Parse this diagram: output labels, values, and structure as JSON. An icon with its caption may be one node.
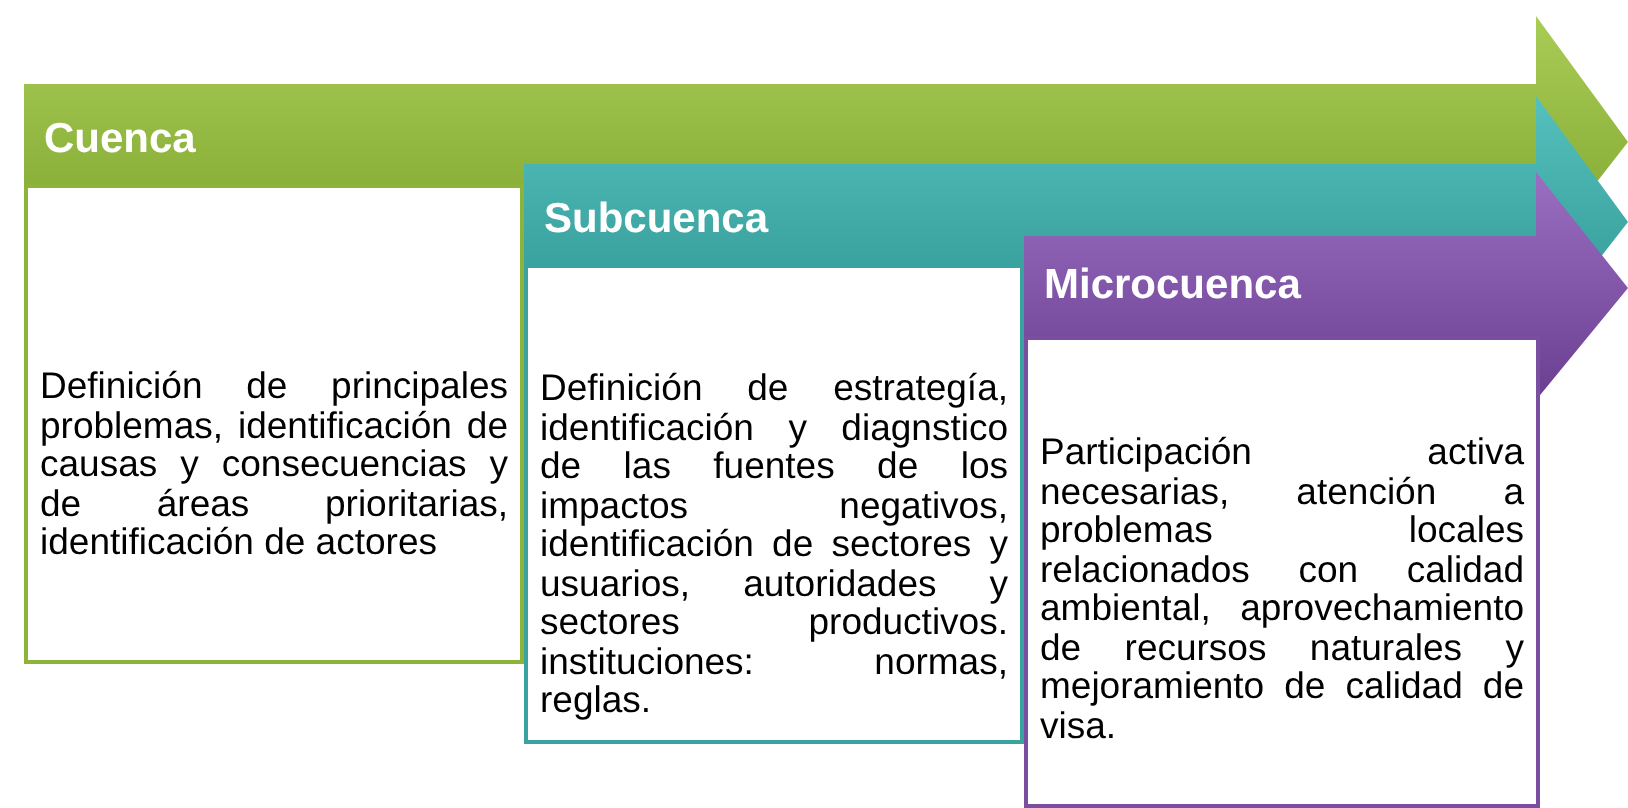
{
  "diagram": {
    "nodes": [
      {
        "text": [
          "Cuenca"
        ]
      },
      {
        "text": [
          "Definición de principales problemas, identificación de causas y consecuencias y de áreas prioritarias, identificación de actores"
        ]
      },
      {
        "text": [
          "Subcuenca"
        ]
      },
      {
        "text": [
          "Definición de estrategía, identificación y diagnstico de las fuentes de los impactos negativos, identificación de sectores y usuarios, autoridades y sectores productivos. instituciones: normas, reglas."
        ]
      },
      {
        "text": [
          "Microcuenca"
        ]
      },
      {
        "text": [
          "Participación activa necesarias, atención a problemas locales relacionados con calidad ambiental, aprovechamiento de recursos naturales y mejoramiento de calidad de visa."
        ]
      }
    ]
  }
}
